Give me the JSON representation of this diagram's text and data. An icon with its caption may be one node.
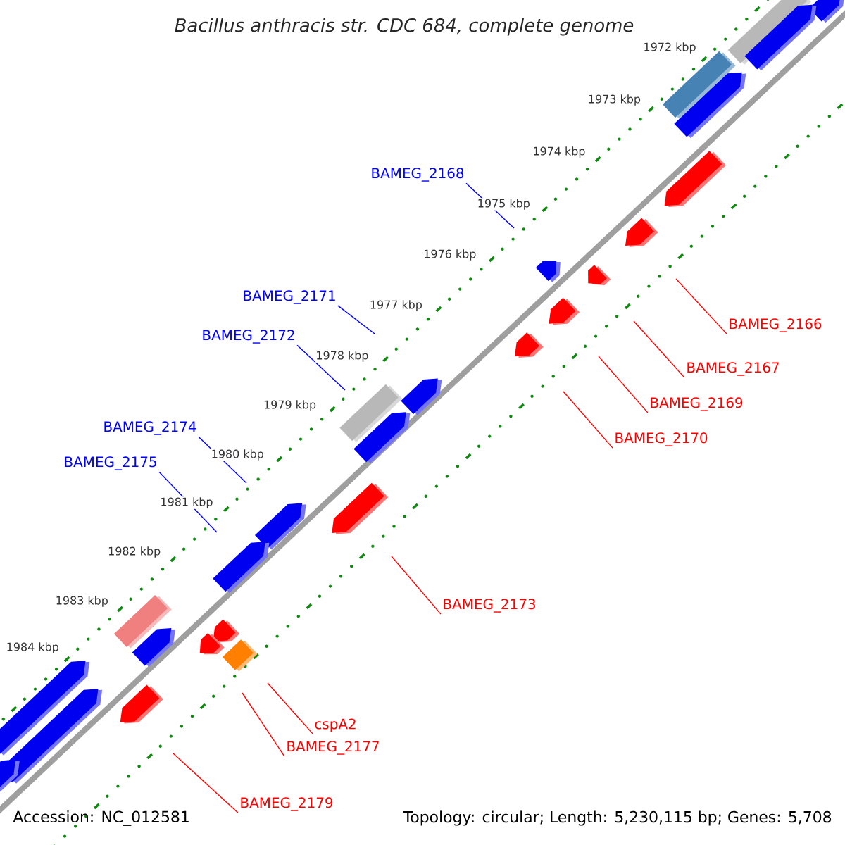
{
  "diagram": {
    "title": "Bacillus anthracis str. CDC 684, complete genome",
    "nodes": [
      {
        "text": [
          "BAMEG_2168"
        ]
      },
      {
        "text": [
          "BAMEG_2171"
        ]
      },
      {
        "text": [
          "BAMEG_2166"
        ]
      },
      {
        "text": [
          "BAMEG_2172"
        ]
      },
      {
        "text": [
          "BAMEG_2167"
        ]
      },
      {
        "text": [
          "BAMEG_2169"
        ]
      },
      {
        "text": [
          "BAMEG_2174"
        ]
      },
      {
        "text": [
          "BAMEG_2170"
        ]
      },
      {
        "text": [
          "BAMEG_2175"
        ]
      },
      {
        "text": [
          "BAMEG_2173"
        ]
      },
      {
        "text": [
          "cspA2"
        ]
      },
      {
        "text": [
          "BAMEG_2177"
        ]
      },
      {
        "text": [
          "BAMEG_2179"
        ]
      }
    ],
    "edges": [
      {
        "from": 0,
        "to": null,
        "arrow": "none",
        "color": "#0000ff"
      },
      {
        "from": 1,
        "to": null,
        "arrow": "none",
        "color": "#0000ff"
      },
      {
        "from": 2,
        "to": null,
        "arrow": "none"
      },
      {
        "from": 3,
        "to": null,
        "arrow": "none",
        "color": "#0000ff"
      },
      {
        "from": 4,
        "to": null,
        "arrow": "none"
      },
      {
        "from": 5,
        "to": null,
        "arrow": "none"
      },
      {
        "from": 6,
        "to": null,
        "arrow": "none",
        "color": "#0000ff"
      },
      {
        "from": 7,
        "to": null,
        "arrow": "none"
      },
      {
        "from": 8,
        "to": null,
        "arrow": "none",
        "color": "#0000ff"
      },
      {
        "from": 9,
        "to": null,
        "arrow": "none"
      },
      {
        "from": 10,
        "to": null,
        "arrow": "none"
      },
      {
        "from": 11,
        "to": null,
        "arrow": "none"
      },
      {
        "from": 12,
        "to": null,
        "arrow": "none"
      }
    ],
    "labels": [
      "1972 kbp",
      "1973 kbp",
      "1974 kbp",
      "1975 kbp",
      "1976 kbp",
      "1977 kbp",
      "1978 kbp",
      "1979 kbp",
      "1980 kbp",
      "1981 kbp",
      "1982 kbp",
      "1983 kbp",
      "1984 kbp",
      "Accession: NC_012581",
      "Topology: circular; Length: 5,230,115 bp; Genes: 5,708"
    ]
  }
}
